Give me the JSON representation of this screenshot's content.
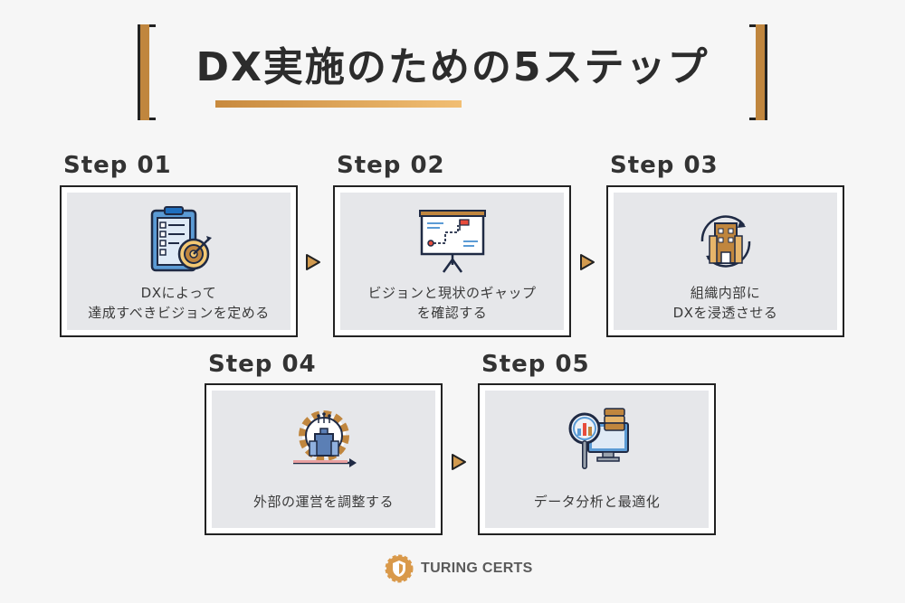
{
  "title": "DX実施のための5ステップ",
  "steps": [
    {
      "label": "Step 01",
      "line1": "DXによって",
      "line2": "達成すべきビジョンを定める"
    },
    {
      "label": "Step 02",
      "line1": "ビジョンと現状のギャップ",
      "line2": "を確認する"
    },
    {
      "label": "Step 03",
      "line1": "組織内部に",
      "line2": "DXを浸透させる"
    },
    {
      "label": "Step 04",
      "line1": "外部の運営を調整する",
      "line2": ""
    },
    {
      "label": "Step 05",
      "line1": "データ分析と最適化",
      "line2": ""
    }
  ],
  "logo": {
    "text": "TURING CERTS"
  },
  "colors": {
    "accent": "#c0863e",
    "accent_light": "#f1be73",
    "border": "#222222",
    "card_bg": "#e6e7ea",
    "page_bg": "#f6f6f6"
  },
  "icons": [
    "checklist-target-icon",
    "presentation-board-icon",
    "building-cycle-icon",
    "gear-building-icon",
    "data-analysis-icon"
  ]
}
